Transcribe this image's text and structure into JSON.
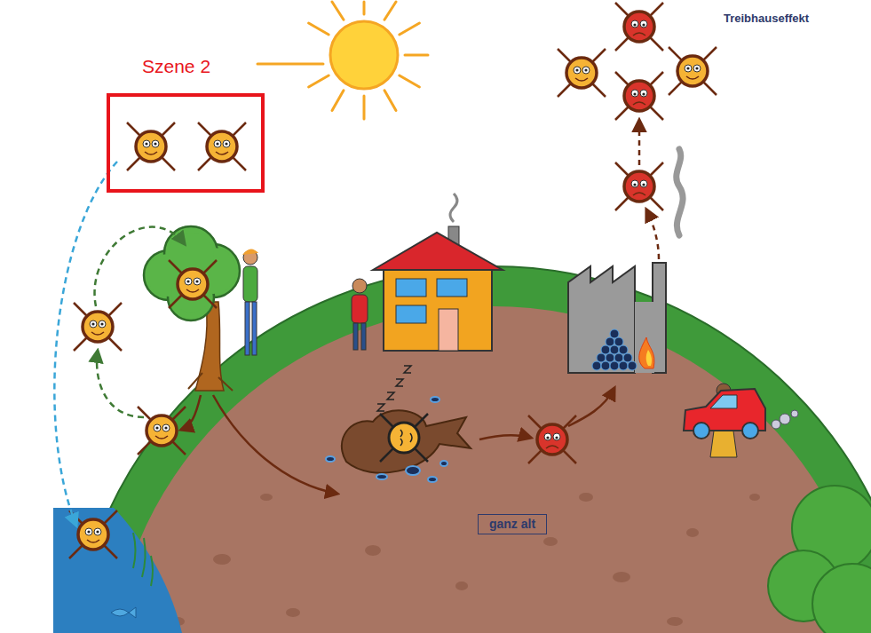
{
  "diagram": {
    "nodes": [
      {
        "text": [
          "Szene 2"
        ]
      },
      {
        "text": [
          "ganz alt"
        ]
      }
    ],
    "labels": [
      "Treibhauseffekt"
    ]
  }
}
